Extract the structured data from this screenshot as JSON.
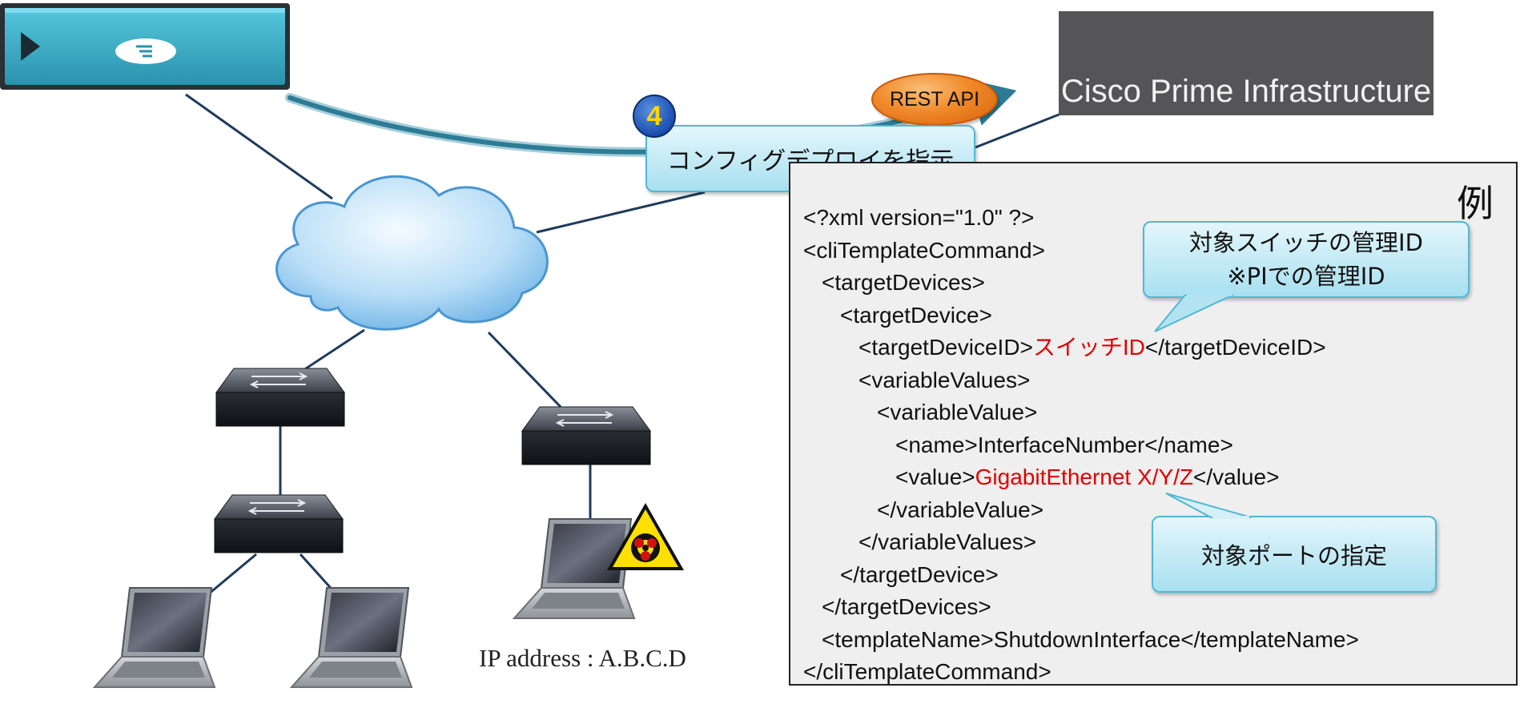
{
  "cisco": {
    "label": "Cisco Prime Infrastructure"
  },
  "rest_api": {
    "label": "REST API"
  },
  "step": {
    "number": "4",
    "label": "コンフィグデプロイを指示"
  },
  "xml_panel": {
    "example_label": "例",
    "lines": [
      {
        "indent": 0,
        "parts": [
          {
            "text": "<?xml version=\"1.0\" ?>"
          }
        ]
      },
      {
        "indent": 0,
        "parts": [
          {
            "text": "<cliTemplateCommand>"
          }
        ]
      },
      {
        "indent": 1,
        "parts": [
          {
            "text": "<targetDevices>"
          }
        ]
      },
      {
        "indent": 2,
        "parts": [
          {
            "text": "<targetDevice>"
          }
        ]
      },
      {
        "indent": 3,
        "parts": [
          {
            "text": "<targetDeviceID>"
          },
          {
            "text": "スイッチID",
            "highlight": true
          },
          {
            "text": "</targetDeviceID>"
          }
        ]
      },
      {
        "indent": 3,
        "parts": [
          {
            "text": "<variableValues>"
          }
        ]
      },
      {
        "indent": 4,
        "parts": [
          {
            "text": "<variableValue>"
          }
        ]
      },
      {
        "indent": 5,
        "parts": [
          {
            "text": "<name>InterfaceNumber</name>"
          }
        ]
      },
      {
        "indent": 5,
        "parts": [
          {
            "text": "<value>"
          },
          {
            "text": "GigabitEthernet X/Y/Z",
            "highlight": true
          },
          {
            "text": "</value>"
          }
        ]
      },
      {
        "indent": 4,
        "parts": [
          {
            "text": "</variableValue>"
          }
        ]
      },
      {
        "indent": 3,
        "parts": [
          {
            "text": "</variableValues>"
          }
        ]
      },
      {
        "indent": 2,
        "parts": [
          {
            "text": "</targetDevice>"
          }
        ]
      },
      {
        "indent": 1,
        "parts": [
          {
            "text": "</targetDevices>"
          }
        ]
      },
      {
        "indent": 1,
        "parts": [
          {
            "text": "<templateName>ShutdownInterface</templateName>"
          }
        ]
      },
      {
        "indent": 0,
        "parts": [
          {
            "text": "</cliTemplateCommand>"
          }
        ]
      }
    ]
  },
  "callouts": {
    "switch_id": {
      "line1": "対象スイッチの管理ID",
      "line2": "※PIでの管理ID"
    },
    "port": {
      "label": "対象ポートの指定"
    }
  },
  "infected_host": {
    "ip_label": "IP address : A.B.C.D"
  },
  "colors": {
    "link": "#1f3a5c",
    "arrow": "#2d7c95",
    "highlight": "#e00000",
    "callout_fill": "#bfe8f4",
    "callout_border": "#52b7d4",
    "appliance": "#33a9c2"
  },
  "icons": [
    "server-appliance-icon",
    "cisco-globe-icon",
    "cloud-icon",
    "switch-icon",
    "laptop-icon",
    "biohazard-warning-icon"
  ]
}
